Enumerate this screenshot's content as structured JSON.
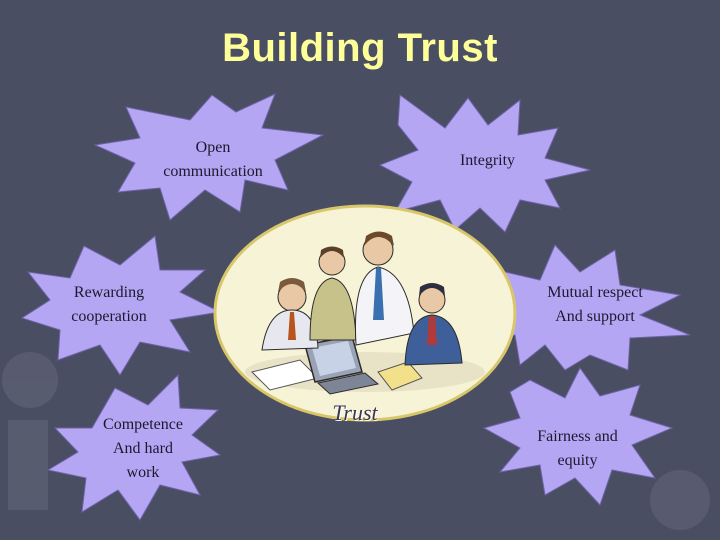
{
  "slide": {
    "title": "Building Trust",
    "center_caption": "Trust",
    "starbursts": [
      {
        "name": "open-communication",
        "label": "Open\ncommunication"
      },
      {
        "name": "integrity",
        "label": "Integrity"
      },
      {
        "name": "rewarding-cooperation",
        "label": "Rewarding\ncooperation"
      },
      {
        "name": "mutual-respect",
        "label": "Mutual respect\nAnd support"
      },
      {
        "name": "competence",
        "label": "Competence\nAnd hard\nwork"
      },
      {
        "name": "fairness",
        "label": "Fairness and\nequity"
      }
    ]
  },
  "colors": {
    "background": "#4a4e63",
    "starburst_fill": "#b4a6f2",
    "title": "#ffff99",
    "ellipse_fill": "#f7f3d6",
    "ellipse_stroke": "#d8c76a"
  },
  "illustration": {
    "icon": "business-team-meeting-laptop-icon"
  }
}
